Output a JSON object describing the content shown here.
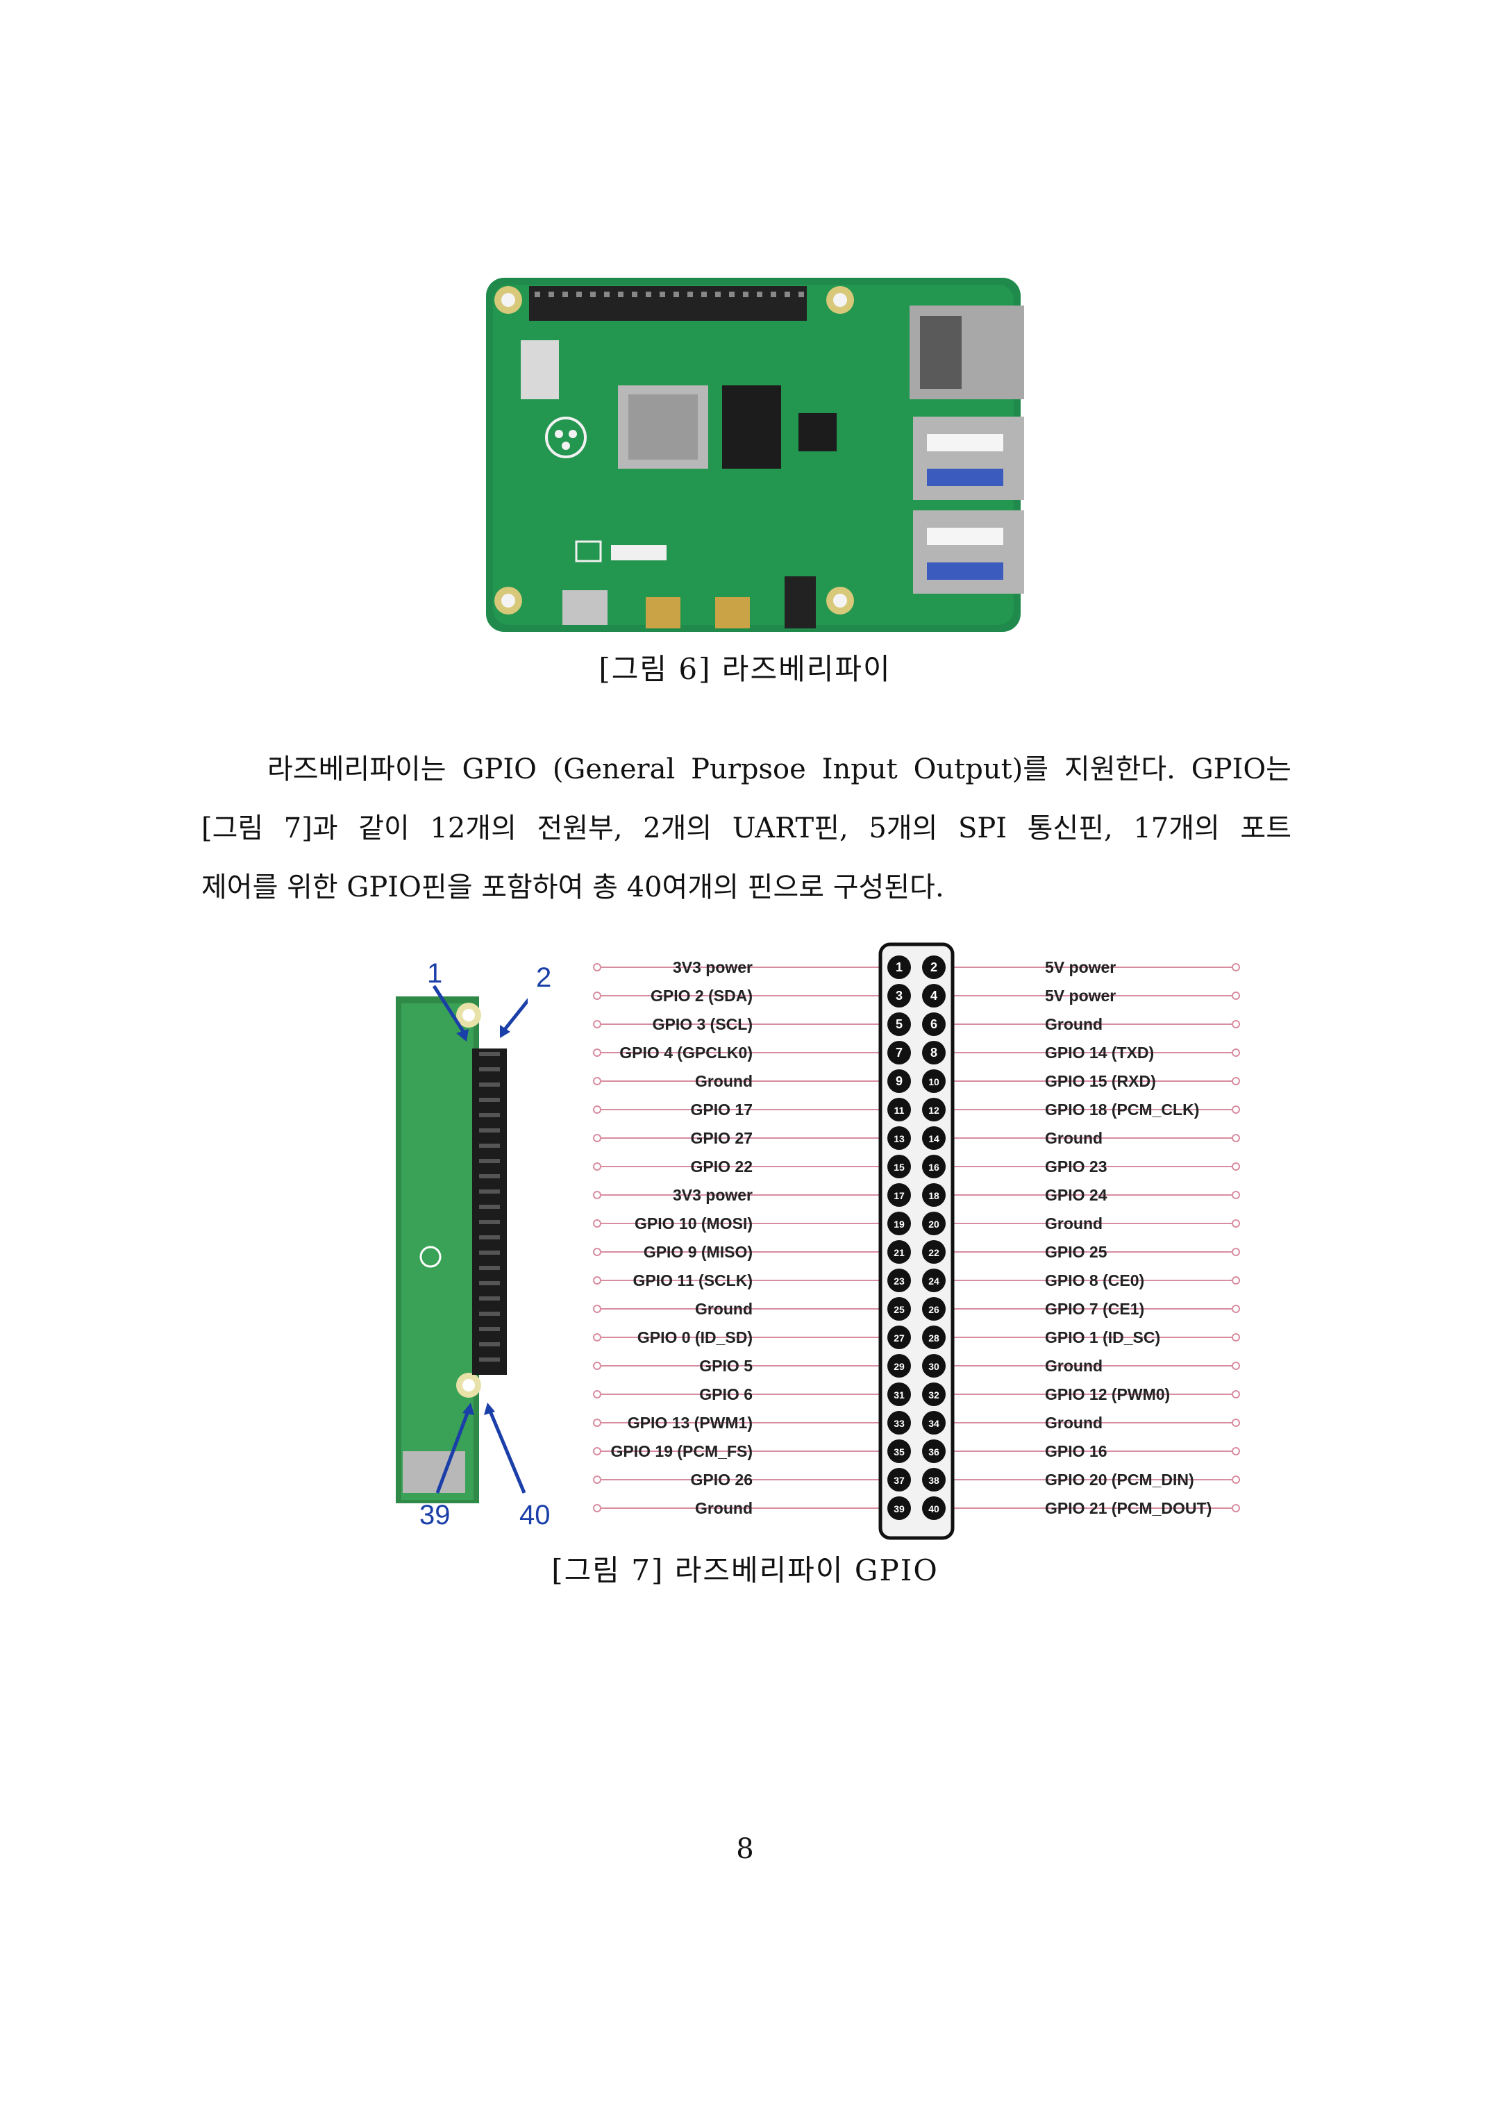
{
  "figure6": {
    "caption": "[그림 6] 라즈베리파이"
  },
  "paragraph": {
    "line1": "라즈베리파이는 GPIO (General Purpsoe Input Output)를 지원한다. GPIO는",
    "line2": "[그림 7]과 같이 12개의 전원부, 2개의 UART핀, 5개의 SPI 통신핀, 17개의 포트",
    "line3": "제어를 위한 GPIO핀을 포함하여 총 40여개의 핀으로 구성된다."
  },
  "figure7": {
    "caption": "[그림 7] 라즈베리파이 GPIO",
    "strip_numbers": {
      "n1": "1",
      "n2": "2",
      "n39": "39",
      "n40": "40"
    },
    "left_pins": [
      "3V3 power",
      "GPIO 2 (SDA)",
      "GPIO 3 (SCL)",
      "GPIO 4 (GPCLK0)",
      "Ground",
      "GPIO 17",
      "GPIO 27",
      "GPIO 22",
      "3V3 power",
      "GPIO 10 (MOSI)",
      "GPIO 9 (MISO)",
      "GPIO 11 (SCLK)",
      "Ground",
      "GPIO 0 (ID_SD)",
      "GPIO 5",
      "GPIO 6",
      "GPIO 13 (PWM1)",
      "GPIO 19 (PCM_FS)",
      "GPIO 26",
      "Ground"
    ],
    "right_pins": [
      "5V power",
      "5V power",
      "Ground",
      "GPIO 14 (TXD)",
      "GPIO 15 (RXD)",
      "GPIO 18 (PCM_CLK)",
      "Ground",
      "GPIO 23",
      "GPIO 24",
      "Ground",
      "GPIO 25",
      "GPIO 8 (CE0)",
      "GPIO 7 (CE1)",
      "GPIO 1 (ID_SC)",
      "Ground",
      "GPIO 12 (PWM0)",
      "Ground",
      "GPIO 16",
      "GPIO 20 (PCM_DIN)",
      "GPIO 21 (PCM_DOUT)"
    ]
  },
  "page_number": "8",
  "colors": {
    "pcb_green": "#1f8a4c",
    "line_pink": "#d88ca0",
    "arrow_blue": "#1b3fa8"
  }
}
